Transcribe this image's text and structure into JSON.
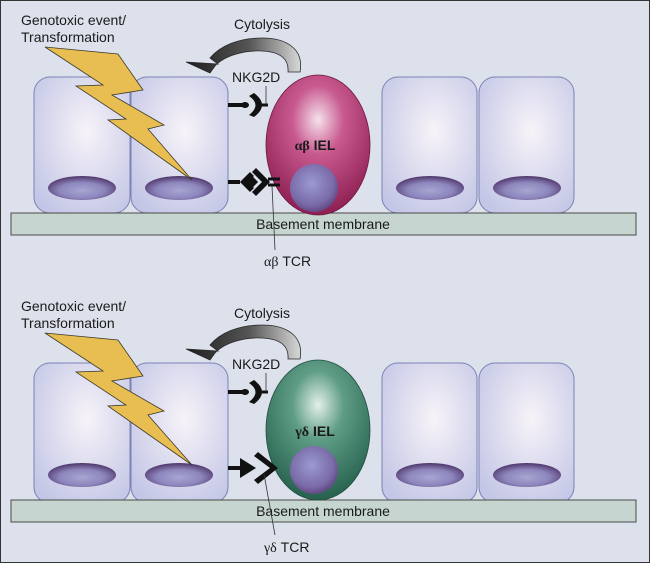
{
  "figure": {
    "background_color": "#dde1ec",
    "border_color": "#333333",
    "panels": [
      {
        "id": "alpha-beta",
        "insult_label_line1": "Genotoxic event/",
        "insult_label_line2": "Transformation",
        "cytolysis_label": "Cytolysis",
        "nkg2d_label": "NKG2D",
        "iel_label_greek": "αβ",
        "iel_label_text": " IEL",
        "tcr_label_greek": "αβ",
        "tcr_label_text": " TCR",
        "membrane_label": "Basement membrane",
        "iel_color": "#a3285f",
        "iel_highlight": "#f4d7e6",
        "tcr_shape": "diamond"
      },
      {
        "id": "gamma-delta",
        "insult_label_line1": "Genotoxic event/",
        "insult_label_line2": "Transformation",
        "cytolysis_label": "Cytolysis",
        "nkg2d_label": "NKG2D",
        "iel_label_greek": "γδ",
        "iel_label_text": " IEL",
        "tcr_label_greek": "γδ",
        "tcr_label_text": " TCR",
        "membrane_label": "Basement membrane",
        "iel_color": "#2e7a62",
        "iel_highlight": "#dcefe7",
        "tcr_shape": "arrow"
      }
    ],
    "colors": {
      "epithelial_cell": "#c3c6e6",
      "epithelial_stroke": "#7c82b3",
      "nucleus": "#5a3f74",
      "nucleus_light": "#9a97c8",
      "membrane_fill": "#c6d5cf",
      "membrane_stroke": "#4a4a4a",
      "lightning": "#e8be52",
      "arrow_dark": "#2a2a2a"
    }
  }
}
